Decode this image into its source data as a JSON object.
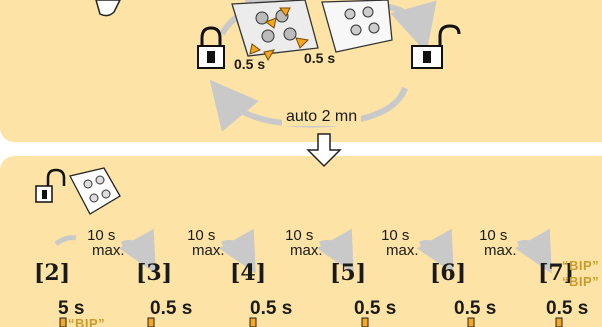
{
  "top": {
    "press_left": "0.5 s",
    "press_right": "0.5 s",
    "auto_label": "auto 2 mn"
  },
  "sequence": {
    "intervals": [
      {
        "value": "10 s",
        "unit": "max."
      },
      {
        "value": "10 s",
        "unit": "max."
      },
      {
        "value": "10 s",
        "unit": "max."
      },
      {
        "value": "10 s",
        "unit": "max."
      },
      {
        "value": "10 s",
        "unit": "max."
      }
    ],
    "steps": [
      "[2]",
      "[3]",
      "[4]",
      "[5]",
      "[6]",
      "[7]"
    ],
    "bip_label": "“BIP”",
    "durations": [
      "5 s",
      "0.5 s",
      "0.5 s",
      "0.5 s",
      "0.5 s",
      "0.5 s"
    ]
  },
  "colors": {
    "panel": "#fde4a6",
    "arrow": "#f5a623",
    "loop": "#c9c9c9",
    "bip": "#c99b2e"
  },
  "icons": [
    "lock-closed-icon",
    "lock-open-icon",
    "remote-control-icon",
    "hand-press-icon",
    "down-arrow-icon"
  ]
}
